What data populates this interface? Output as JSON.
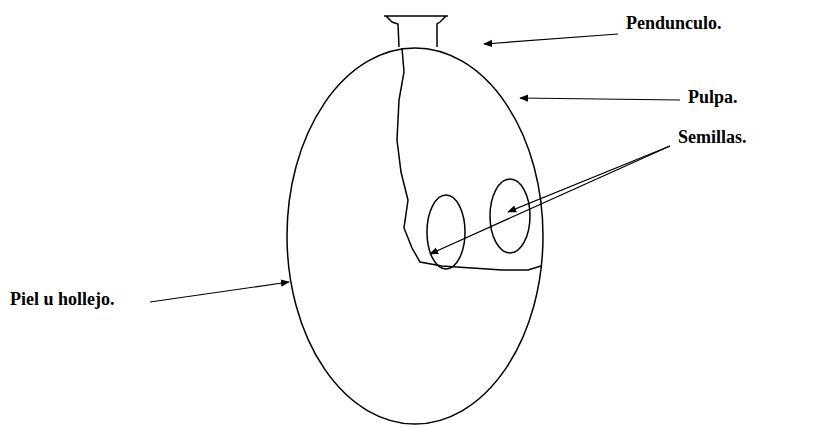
{
  "diagram": {
    "labels": [
      "Pendunculo.",
      "Pulpa.",
      "Semillas.",
      "Piel u hollejo."
    ]
  }
}
